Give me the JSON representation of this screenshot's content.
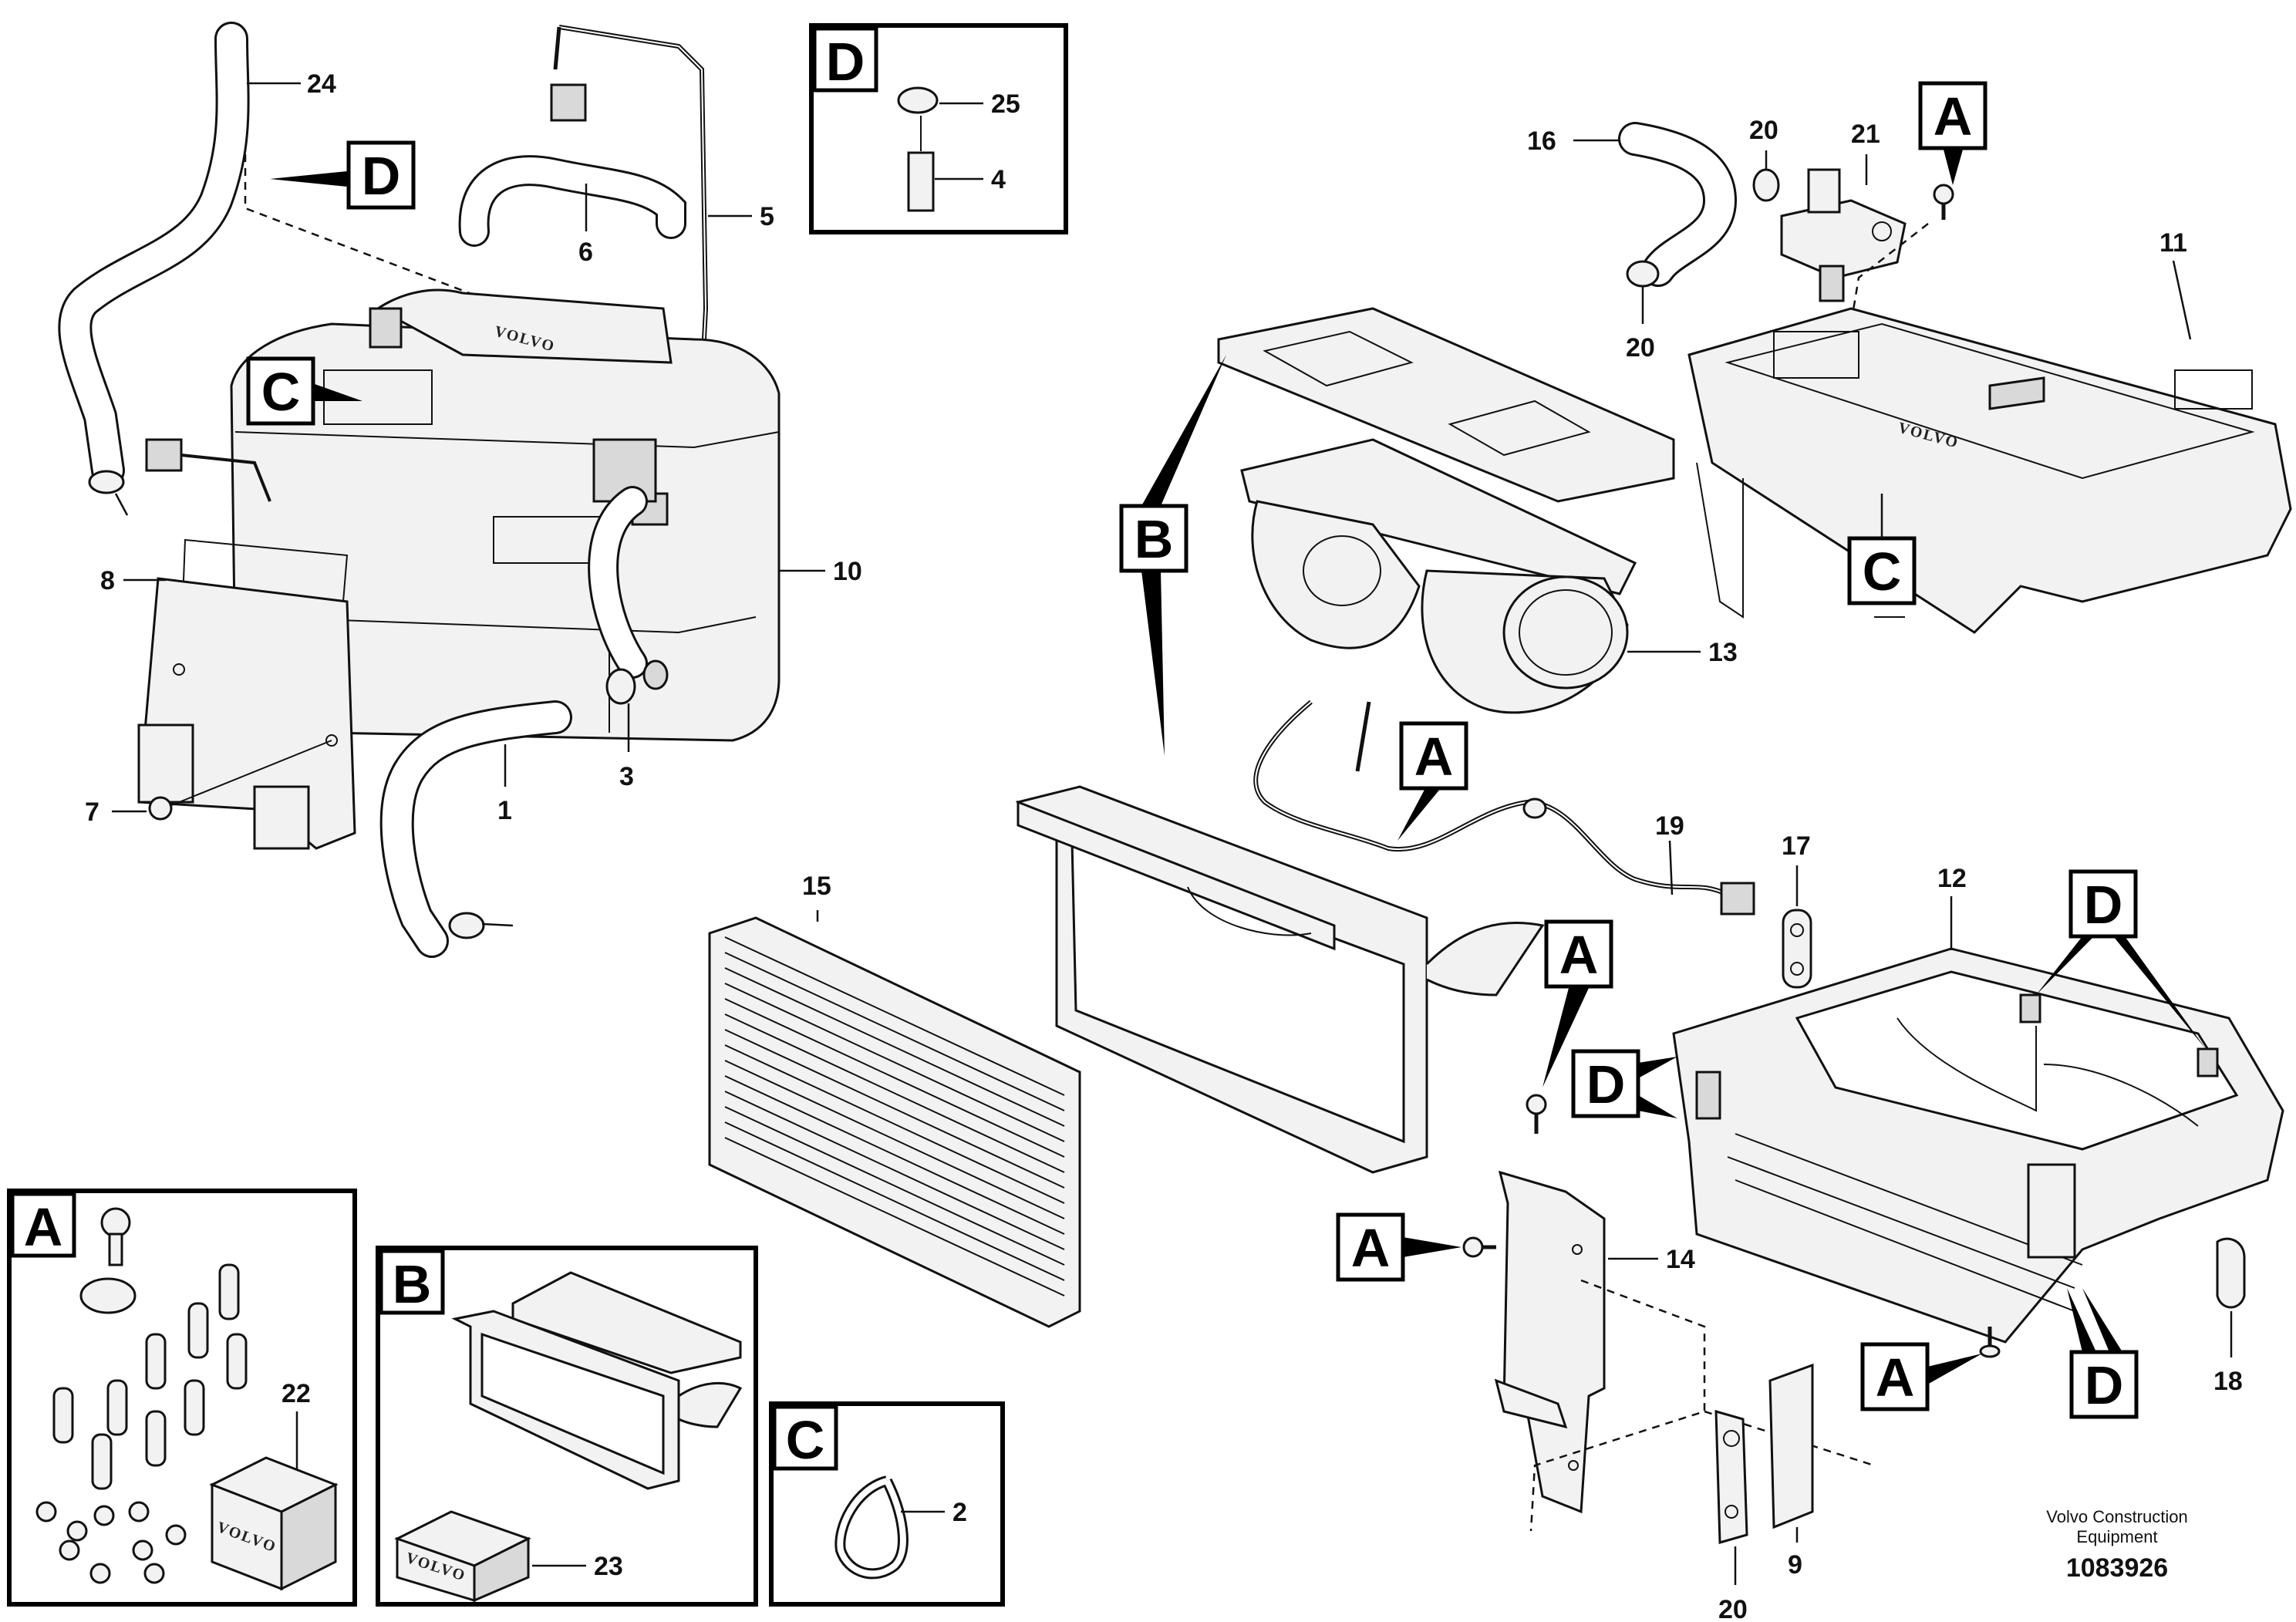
{
  "callouts": {
    "d_top": "D",
    "c_left": "C",
    "b_mid": "B",
    "a_top_right": "A",
    "c_right": "C",
    "a_mid": "A",
    "a_lower": "A",
    "d_mid_left": "D",
    "a_bracket": "A",
    "d_upper_right": "D",
    "a_bottom": "A",
    "d_bottom": "D"
  },
  "insets": {
    "d": {
      "letter": "D",
      "parts": [
        "25",
        "4"
      ]
    },
    "a": {
      "letter": "A",
      "parts": [
        "22"
      ]
    },
    "b": {
      "letter": "B",
      "parts": [
        "23"
      ]
    },
    "c": {
      "letter": "C",
      "parts": [
        "2"
      ]
    }
  },
  "part_numbers": {
    "p24": "24",
    "p6": "6",
    "p5": "5",
    "p10": "10",
    "p8": "8",
    "p7": "7",
    "p1": "1",
    "p3": "3",
    "p16": "16",
    "p20a": "20",
    "p21": "21",
    "p20b": "20",
    "p11": "11",
    "p13": "13",
    "p19": "19",
    "p15": "15",
    "p17": "17",
    "p12": "12",
    "p14": "14",
    "p18": "18",
    "p20c": "20",
    "p9": "9"
  },
  "brand_text": "VOLVO",
  "footer": {
    "line1": "Volvo Construction",
    "line2": "Equipment",
    "ref": "1083926"
  }
}
